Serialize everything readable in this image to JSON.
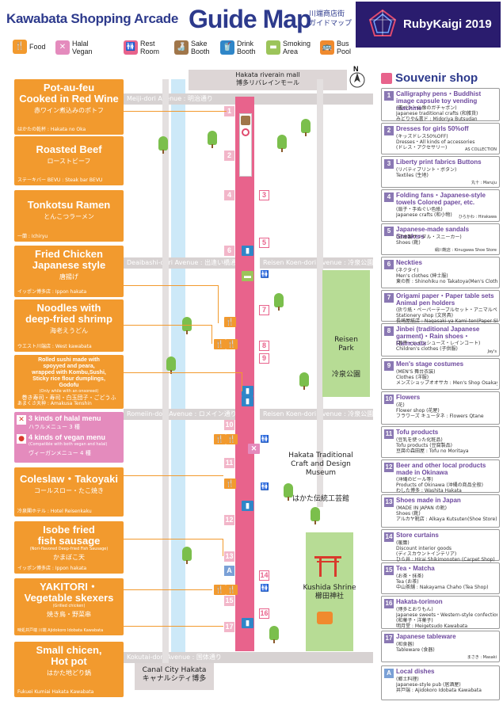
{
  "header": {
    "title": "Kawabata Shopping Arcade",
    "guide": "Guide Map",
    "jp_line1": "川端商店街",
    "jp_line2": "ガイドマップ",
    "event": "RubyKaigi 2019"
  },
  "legend": [
    {
      "icon": "food-icon",
      "label": "Food"
    },
    {
      "icon": "halal-vegan-icon",
      "label": "Halal\nVegan"
    },
    {
      "icon": "restroom-icon",
      "label": "Rest\nRoom"
    },
    {
      "icon": "sake-icon",
      "label": "Sake\nBooth"
    },
    {
      "icon": "drink-icon",
      "label": "Drink\nBooth"
    },
    {
      "icon": "smoking-icon",
      "label": "Smoking\nArea"
    },
    {
      "icon": "bus-icon",
      "label": "Bus\nPool"
    }
  ],
  "colors": {
    "food": "#f29a2e",
    "street": "#e8638c",
    "brand": "#2d3a8c",
    "ruby": "#2a1c6e",
    "halal": "#e48bbd",
    "souvenir": "#8a78b3"
  },
  "map": {
    "north": "N",
    "top_label_en": "Hakata riverain mall",
    "top_label_jp": "博多リバレインモール",
    "roads": [
      {
        "label": "Meiji-dori Avenue : 明治通り"
      },
      {
        "label": "Deaibashi-dori Avenue : 出逢い橋通り"
      },
      {
        "label": "Reisen Koen-dori Avenue : 冷泉公園通り"
      },
      {
        "label": "Romeiin-dori Avenue : ロメイン通り"
      },
      {
        "label": "Reisen Koen-dori Avenue : 冷泉公園通り"
      },
      {
        "label": "Kokutai-dori Avenue : 国体通り"
      }
    ],
    "park_en": "Reisen\nPark",
    "park_jp": "冷泉公園",
    "museum_en": "Hakata Traditional\nCraft and Design\nMuseum",
    "museum_jp": "はかた伝統工芸館",
    "shrine_en": "Kushida Shrine",
    "shrine_jp": "櫛田神社",
    "bottom_en": "Canal City Hakata",
    "bottom_jp": "キャナルシティ博多",
    "left_numbers": [
      "1",
      "2",
      "3",
      "4",
      "5",
      "6",
      "7",
      "8",
      "9",
      "10",
      "11",
      "12",
      "13",
      "A",
      "14",
      "15",
      "16",
      "17"
    ],
    "right_numbers": [
      "1",
      "2",
      "3",
      "4",
      "5",
      "6",
      "7",
      "8",
      "9",
      "10",
      "11",
      "12",
      "13",
      "A",
      "14",
      "15",
      "16",
      "17"
    ]
  },
  "food": [
    {
      "en": "Pot-au-feu\nCooked in Red Wine",
      "jp": "赤ワイン煮込みのポトフ",
      "shop": "はかたの乾杯 : Hakata no Oka"
    },
    {
      "en": "Roasted Beef",
      "jp": "ローストビーフ",
      "shop": "ステーキバー BEVU : Steak bar BEVU"
    },
    {
      "en": "Tonkotsu Ramen",
      "jp": "とんこつラーメン",
      "shop": "一蘭 : Ichiryu"
    },
    {
      "en": "Fried Chicken\nJapanese style",
      "jp": "唐揚げ",
      "shop": "イッポン博多店 : Ippon hakata"
    },
    {
      "en": "Noodles with\ndeep-fried shrimp",
      "jp": "海老えうどん",
      "shop": "ウエスト川端店 : West kawabata"
    },
    {
      "en": "Rolled sushi made with\nspoyyed and peara,\nwrapped with Kombu,Sushi,\nSticky rice flour dumplings,\nGodofu",
      "jp": "巻き寿司・寿司・白玉団子・ごどうふ",
      "shop": "あまくさ天神 : Amakusa Tenshin"
    },
    {
      "en": "Coleslaw・Takoyaki",
      "jp": "コールスロー・たこ焼き",
      "shop": "冷泉閣ホテル : Hotel Reisenkaku"
    },
    {
      "en": "Isobe fried\nfish sausage",
      "jp": "かまぼこ天",
      "shop": "イッポン博多店 : Ippon hakata"
    },
    {
      "en": "YAKITORI・\nVegetable skexers",
      "jp": "焼き鳥・野菜串",
      "shop": "味処井戸端 川端 Ajidokoro Idobata Kawabata"
    },
    {
      "en": "Small chicen,\nHot pot",
      "jp": "はかた地どり鍋",
      "shop": "Fukuei Kumiai Hakata Kawabata"
    }
  ],
  "halal_box": {
    "halal_en": "3 kinds of halal menu",
    "halal_jp": "ハラルメニュー 3 種",
    "vegan_en": "4 kinds of vegan menu",
    "vegan_note": "(Compatible with both vegan and halal)",
    "vegan_jp": "ヴィーガンメニュー 4 種"
  },
  "food_subtitles": {
    "rolled_sushi_sub": "(Only while with an onsoreed)",
    "isobe_sub": "(Nori-flavored Deep-fried Fish Sausage)",
    "yakitori_sub": "(Grilled chicken)"
  },
  "souvenir_header": "Souvenir shop",
  "souvenirs": [
    {
      "n": "1",
      "t": "Calligraphy pens・Buddhist image capsule toy vending machine",
      "d": "(書ペン・仏像のガチャポン)\nJapanese traditional crafts (和雑貨)\nみどりや&書ド : Midoriya Butsudan",
      "s": ""
    },
    {
      "n": "2",
      "t": "Dresses for girls 50%off",
      "d": "(キッズドレス50%OFF)\nDresses・All kinds of accessories\n(ドレス・アクセサリー)",
      "s": "AS COLLECTION"
    },
    {
      "n": "3",
      "t": "Liberty print fabrics Buttons",
      "d": "(リバティプリント・ボタン)\nTextiles (生地)",
      "s": "丸十 : Maruju"
    },
    {
      "n": "4",
      "t": "Folding fans・Japanese-style towels Colored paper, etc.",
      "d": "(扇子・手ぬぐい色紙)\nJapanese crafts (和小物)",
      "s": "ひらかわ : Hirakawa"
    },
    {
      "n": "5",
      "t": "Japanese-made sandals Sneakers",
      "d": "(日本製サンダル・スニーカー)\nShoes (靴)",
      "s": "絹川靴店 : Kinugawa Shoe Store"
    },
    {
      "n": "6",
      "t": "Neckties",
      "d": "(ネクタイ)\nMen's clothes (紳士服)\n東の新 : Shinohiku no Takatoya(Men's Clothing)",
      "s": ""
    },
    {
      "n": "7",
      "t": "Origami paper・Paper table sets Animal pen holders",
      "d": "(折り紙・ペーパーテーブルセット・アニマルペンスタンド)\nStationery shop (文房具)\n長崎屋紙店 : Nagasaki-ya Kami-ten(Paper Shop)",
      "s": ""
    },
    {
      "n": "8",
      "t": "Jinbei (traditional Japanese garment)・Rain shoes・Raincoats",
      "d": "(甚平・レインシューズ・レインコート)\nChildren's clothes (子供服)",
      "s": "Jay's"
    },
    {
      "n": "9",
      "t": "Men's stage costumes",
      "d": "(MEN'S 舞台衣装)\nClothes (洋服)\nメンズショップオオサカ : Men's Shop Osakaya",
      "s": ""
    },
    {
      "n": "10",
      "t": "Flowers",
      "d": "(花)\nFlower shop (花屋)\nフラワーズ キュータネ : Flowers Qtane",
      "s": ""
    },
    {
      "n": "11",
      "t": "Tofu products",
      "d": "(豆乳を使った化粧品)\nTofu products (豆腐製品)\n豆腐の森田屋 : Tofu no Moritaya",
      "s": ""
    },
    {
      "n": "12",
      "t": "Beer and other local products made in Okinawa",
      "d": "(沖縄のビール等)\nProducts of Okinawa (沖縄の商品全般)\nわした博多 : Washita Hakata",
      "s": ""
    },
    {
      "n": "13",
      "t": "Shoes made in Japan",
      "d": "(MADE IN JAPAN の靴)\nShoes (靴)\nアルカヤ靴店 : Alkaya Kutsuten(Shoe Store)",
      "s": ""
    },
    {
      "n": "14",
      "t": "Store curtains",
      "d": "(暖簾)\nDiscount interior goods\n(ディスカウントインテリア)\nひら井 : Hirai Shikimonoten (Carpet Shop)",
      "s": ""
    },
    {
      "n": "15",
      "t": "Tea・Matcha",
      "d": "(お茶・抹茶)\nTea (お茶)\n中山茶舗 : Nakayama Chaho (Tea Shop)",
      "s": ""
    },
    {
      "n": "16",
      "t": "Hakata-torimon",
      "d": "(博多とおりもん)\nJapanese sweets・Western-style confectioneries\n(和菓子・洋菓子)\n明月堂 : Meigetsudo Kawabata",
      "s": ""
    },
    {
      "n": "17",
      "t": "Japanese tableware",
      "d": "(和食器)\nTableware (食器)",
      "s": "まさき : Masaki"
    },
    {
      "n": "A",
      "t": "Local dishes",
      "d": "(郷土料理)\nJapanese-style pub (居酒屋)\n井戸端 : Ajidokoro Idobata Kawabata",
      "s": ""
    }
  ]
}
